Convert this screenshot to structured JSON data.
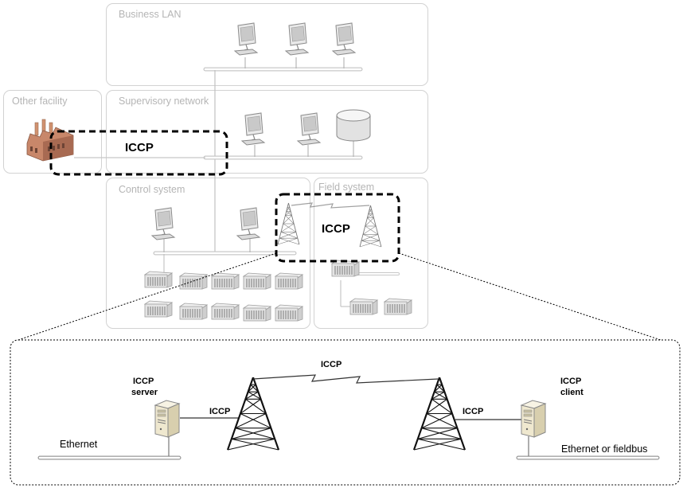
{
  "zones": {
    "business_lan": "Business LAN",
    "other_facility": "Other facility",
    "supervisory_network": "Supervisory network",
    "control_system": "Control system",
    "field_system": "Field system"
  },
  "overlay": {
    "iccp_upper": "ICCP",
    "iccp_field": "ICCP"
  },
  "detail": {
    "iccp_top": "ICCP",
    "server_line1": "ICCP",
    "server_line2": "server",
    "client_line1": "ICCP",
    "client_line2": "client",
    "link_left": "ICCP",
    "link_right": "ICCP",
    "ethernet_left": "Ethernet",
    "ethernet_right": "Ethernet or fieldbus"
  },
  "icons": [
    "workstation-icon",
    "database-icon",
    "factory-icon",
    "radio-tower-icon",
    "rack-server-icon",
    "tower-server-icon",
    "lightning-link-icon"
  ],
  "colors": {
    "zone_border": "#d2d2d2",
    "zone_text": "#b5b5b5",
    "faded_icon": "#8a8a8a",
    "dashed_outline": "#000000"
  }
}
